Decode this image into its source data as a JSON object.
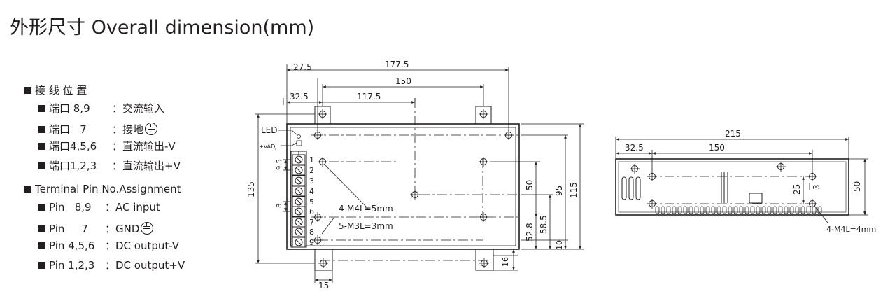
{
  "title": "外形尺寸 Overall dimension(mm)",
  "pin_assignment": {
    "cn_header": "接 线 位 置",
    "cn_rows": [
      {
        "port": "端口 8,9",
        "desc": "：交流输入"
      },
      {
        "port": "端口   7",
        "desc": "：接地"
      },
      {
        "port": "端口4,5,6",
        "desc": "：直流输出-V"
      },
      {
        "port": "端口1,2,3",
        "desc": "：直流输出+V"
      }
    ],
    "en_header": "Terminal Pin No.Assignment",
    "en_rows": [
      {
        "pin": "Pin   8,9",
        "desc": "：AC input"
      },
      {
        "pin": "Pin     7",
        "desc": "：GND"
      },
      {
        "pin": "Pin 4,5,6",
        "desc": "：DC output-V"
      },
      {
        "pin": "Pin 1,2,3",
        "desc": "：DC output+V"
      }
    ]
  },
  "front_view": {
    "dims": {
      "d177_5": "177.5",
      "d27_5": "27.5",
      "d150": "150",
      "d117_5": "117.5",
      "d32_5": "32.5",
      "d135": "135",
      "d9_5": "9.5",
      "d8": "8",
      "d50": "50",
      "d95": "95",
      "d115": "115",
      "d52_8": "52.8",
      "d58_5": "58.5",
      "d10": "10",
      "d16": "16",
      "d15": "15"
    },
    "labels": {
      "led": "LED",
      "vadj": "+VADJ",
      "m4": "4-M4L=5mm",
      "m3": "5-M3L=3mm"
    },
    "terminal_numbers": [
      "1",
      "2",
      "3",
      "4",
      "5",
      "6",
      "7",
      "8",
      "9"
    ]
  },
  "side_view": {
    "dims": {
      "d215": "215",
      "d32_5": "32.5",
      "d150": "150",
      "d25": "25",
      "d3": "3",
      "d50": "50"
    },
    "labels": {
      "m4": "4-M4L=4mm"
    }
  }
}
